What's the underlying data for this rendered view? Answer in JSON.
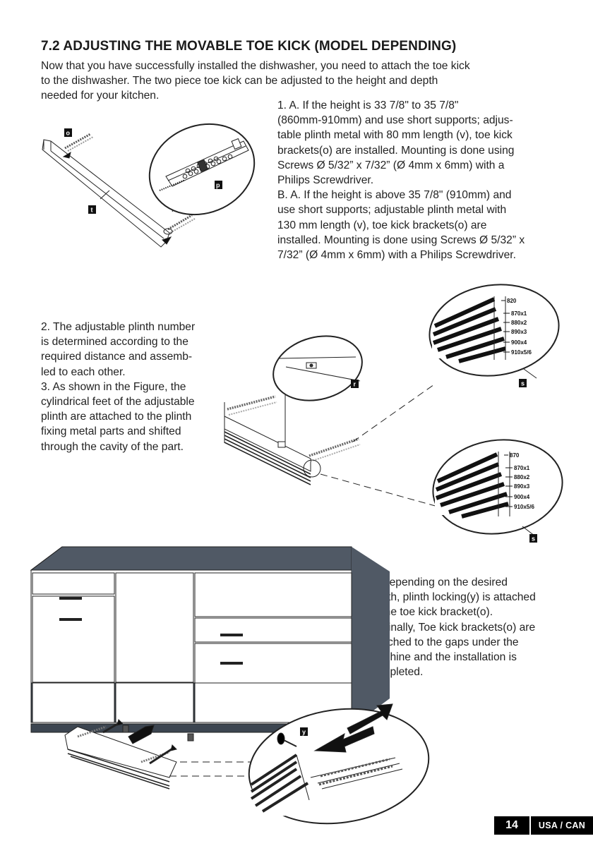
{
  "title": "7.2 ADJUSTING THE MOVABLE TOE KICK (MODEL DEPENDING)",
  "intro": [
    "Now that you have successfully installed the dishwasher, you need to attach the toe kick",
    "to the dishwasher. The two piece toe kick can be adjusted to the height and depth",
    "needed for your kitchen."
  ],
  "step1": [
    "1. A. If the height is 33 7/8\" to 35 7/8\"",
    "(860mm-910mm) and use short supports;  adjus-",
    "table plinth metal with 80 mm length (v), toe kick",
    "brackets(o) are installed. Mounting is done using",
    "Screws Ø 5/32” x 7/32” (Ø 4mm x 6mm) with a",
    "Philips Screwdriver.",
    "B. A. If the height is above 35 7/8\" (910mm) and",
    "use short supports;  adjustable plinth metal with",
    "130 mm length (v), toe kick brackets(o) are",
    "installed. Mounting is done using Screws Ø 5/32” x",
    "7/32” (Ø 4mm x 6mm) with a Philips Screwdriver."
  ],
  "step23": [
    "2. The adjustable plinth number",
    "is determined according to the",
    "required distance and assemb-",
    "led to each other.",
    "3. As shown in the Figure, the",
    "cylindrical feet of the adjustable",
    "plinth are attached to the plinth",
    "fixing metal parts and shifted",
    "through the cavity of the part."
  ],
  "step34": [
    "3. Depending on the desired",
    "depth, plinth locking(y) is attached",
    "to the toe kick bracket(o).",
    "4. Finally, Toe kick brackets(o) are",
    "attached to the gaps under the",
    "machine and the installation is",
    "completed."
  ],
  "labels": {
    "o": "o",
    "p": "p",
    "t": "t",
    "r": "r",
    "s1": "s",
    "s2": "s",
    "y": "y"
  },
  "dims_top": [
    "820",
    "870x1",
    "880x2",
    "890x3",
    "900x4",
    "910x5/6"
  ],
  "dims_bottom": [
    "870",
    "870x1",
    "880x2",
    "890x3",
    "900x4",
    "910x5/6"
  ],
  "footer": {
    "page": "14",
    "region": "USA / CAN"
  }
}
